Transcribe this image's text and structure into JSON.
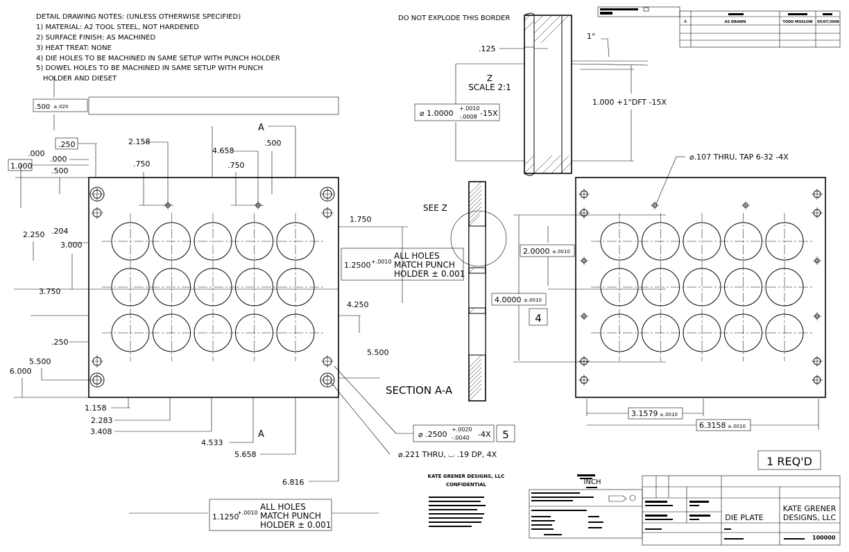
{
  "notes": {
    "header": "DETAIL DRAWING NOTES: (UNLESS OTHERWISE SPECIFIED)",
    "n1": "1) MATERIAL:  A2 TOOL STEEL, NOT HARDENED",
    "n2": "2) SURFACE FINISH: AS MACHINED",
    "n3": "3) HEAT TREAT: NONE",
    "n4": "4) DIE HOLES TO BE MACHINED IN SAME SETUP WITH PUNCH HOLDER",
    "n5a": "5) DOWEL HOLES TO BE MACHINED IN SAME SETUP WITH PUNCH",
    "n5b": "HOLDER AND DIESET"
  },
  "border_note": "DO NOT EXPLODE THIS BORDER",
  "revision": {
    "rev": "A",
    "description": "AS DRAWN",
    "drawn_by": "TODD MOSLOW",
    "date": "05/07/2008"
  },
  "detail_z": {
    "title": "Z",
    "scale": "SCALE 2:1",
    "thickness": ".125",
    "angle": "1°",
    "tol_base": "⌀ 1.0000",
    "tol_plus": "+.0010",
    "tol_minus": "-.0008",
    "tol_qty": "-15X",
    "depth": "1.000 +1°DFT -15X"
  },
  "front": {
    "thk_base": ".500",
    "thk_tol": "±.020",
    "x0_boxed": ".250",
    "y0_boxed": "1.000",
    "section_mark": "A",
    "x": [
      ".000",
      ".500",
      "2.158",
      ".750",
      "4.658",
      ".750",
      ".500",
      "1.750",
      "4.250",
      "5.500"
    ],
    "y": [
      ".204",
      "2.250",
      "3.000",
      "3.750",
      ".250",
      "5.500",
      "6.000"
    ],
    "bottom": [
      "1.158",
      "2.283",
      "3.408",
      "4.533",
      "5.658",
      "6.816"
    ],
    "hole_base": "1.2500",
    "hole_tol": "+.0010",
    "hole_note1": "ALL HOLES",
    "hole_note2": "MATCH PUNCH",
    "hole_note3": "HOLDER ± 0.001",
    "hole2_base": "1.1250",
    "hole2_tol": "+.0010"
  },
  "section": {
    "see": "SEE Z",
    "label": "SECTION A-A"
  },
  "dowel": {
    "base": "⌀ .2500",
    "plus": "+.0020",
    "minus": "-.0040",
    "qty": "-4X",
    "note_num": "5"
  },
  "counterbore": "⌀.221 THRU, ⌴ .19 DP, 4X",
  "right": {
    "tap": "⌀.107 THRU, TAP 6-32 -4X",
    "v1": "2.0000",
    "v1_tol": "±.0010",
    "v2": "4.0000",
    "v2_tol": "±.0010",
    "note_num": "4",
    "h1": "3.1579",
    "h1_tol": "±.0010",
    "h2": "6.3158",
    "h2_tol": "±.0010"
  },
  "qty": "1 REQ'D",
  "company": {
    "name": "KATE GRENER DESIGNS, LLC",
    "confidential": "CONFIDENTIAL"
  },
  "units": "INCH",
  "title_block": {
    "company1": "KATE GRENER",
    "company2": "DESIGNS, LLC",
    "title": "DIE PLATE",
    "drawing_no": "100000"
  }
}
